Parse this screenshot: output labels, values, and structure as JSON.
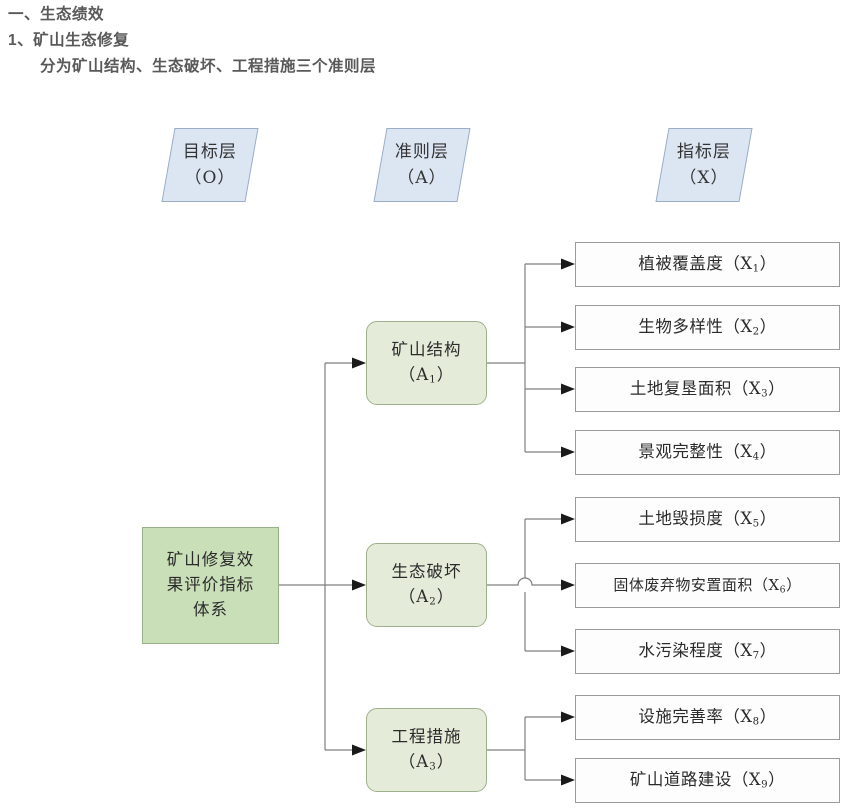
{
  "heading": {
    "line1": "一、生态绩效",
    "line2": "1、矿山生态修复",
    "line3": "分为矿山结构、生态破坏、工程措施三个准则层"
  },
  "banners": [
    {
      "title": "目标层",
      "code": "（O）"
    },
    {
      "title": "准则层",
      "code": "（A）"
    },
    {
      "title": "指标层",
      "code": "（X）"
    }
  ],
  "goal": {
    "line1": "矿山修复效",
    "line2": "果评价指标",
    "line3": "体系"
  },
  "criteria": [
    {
      "name": "矿山结构",
      "code": "A",
      "index": "1"
    },
    {
      "name": "生态破坏",
      "code": "A",
      "index": "2"
    },
    {
      "name": "工程措施",
      "code": "A",
      "index": "3"
    }
  ],
  "indicators": [
    {
      "name": "植被覆盖度",
      "code": "X",
      "index": "1"
    },
    {
      "name": "生物多样性",
      "code": "X",
      "index": "2"
    },
    {
      "name": "土地复垦面积",
      "code": "X",
      "index": "3"
    },
    {
      "name": "景观完整性",
      "code": "X",
      "index": "4"
    },
    {
      "name": "土地毁损度",
      "code": "X",
      "index": "5"
    },
    {
      "name": "固体废弃物安置面积",
      "code": "X",
      "index": "6"
    },
    {
      "name": "水污染程度",
      "code": "X",
      "index": "7"
    },
    {
      "name": "设施完善率",
      "code": "X",
      "index": "8"
    },
    {
      "name": "矿山道路建设",
      "code": "X",
      "index": "9"
    }
  ],
  "colors": {
    "banner_fill": "#dce6f2",
    "banner_border": "#9aaec6",
    "goal_fill": "#c9dfb8",
    "criterion_fill": "#e4ecd9",
    "indicator_fill": "#fdfdfd",
    "wire": "#7f7f7f",
    "heading_text": "#595959"
  }
}
